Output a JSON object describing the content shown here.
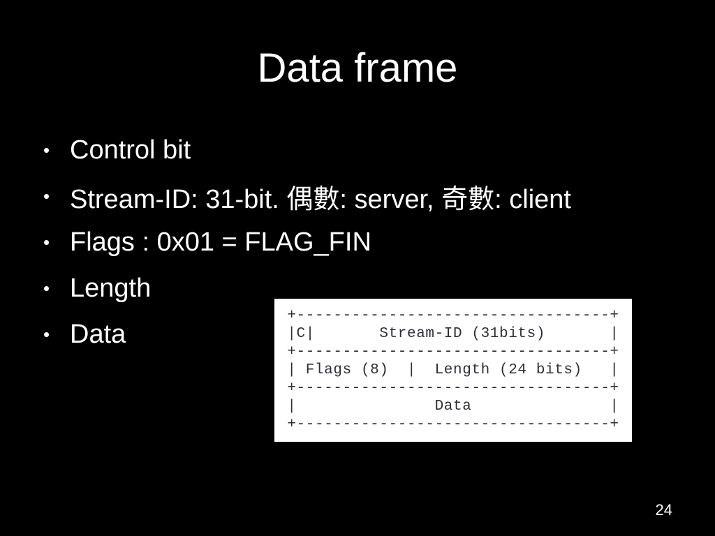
{
  "slide": {
    "title": "Data frame",
    "bullet_char": "•",
    "bullets": [
      "Control bit",
      "Stream-ID: 31-bit. 偶數: server, 奇數: client",
      "Flags : 0x01 = FLAG_FIN",
      "Length",
      "Data"
    ],
    "page_number": "24"
  },
  "diagram": {
    "ascii": "+----------------------------------+\n|C|       Stream-ID (31bits)       |\n+----------------------------------+\n| Flags (8)  |  Length (24 bits)   |\n+----------------------------------+\n|               Data               |\n+----------------------------------+"
  },
  "colors": {
    "background": "#000000",
    "text": "#ffffff",
    "diagram_background": "#ffffff",
    "diagram_text": "#2e2e38"
  }
}
